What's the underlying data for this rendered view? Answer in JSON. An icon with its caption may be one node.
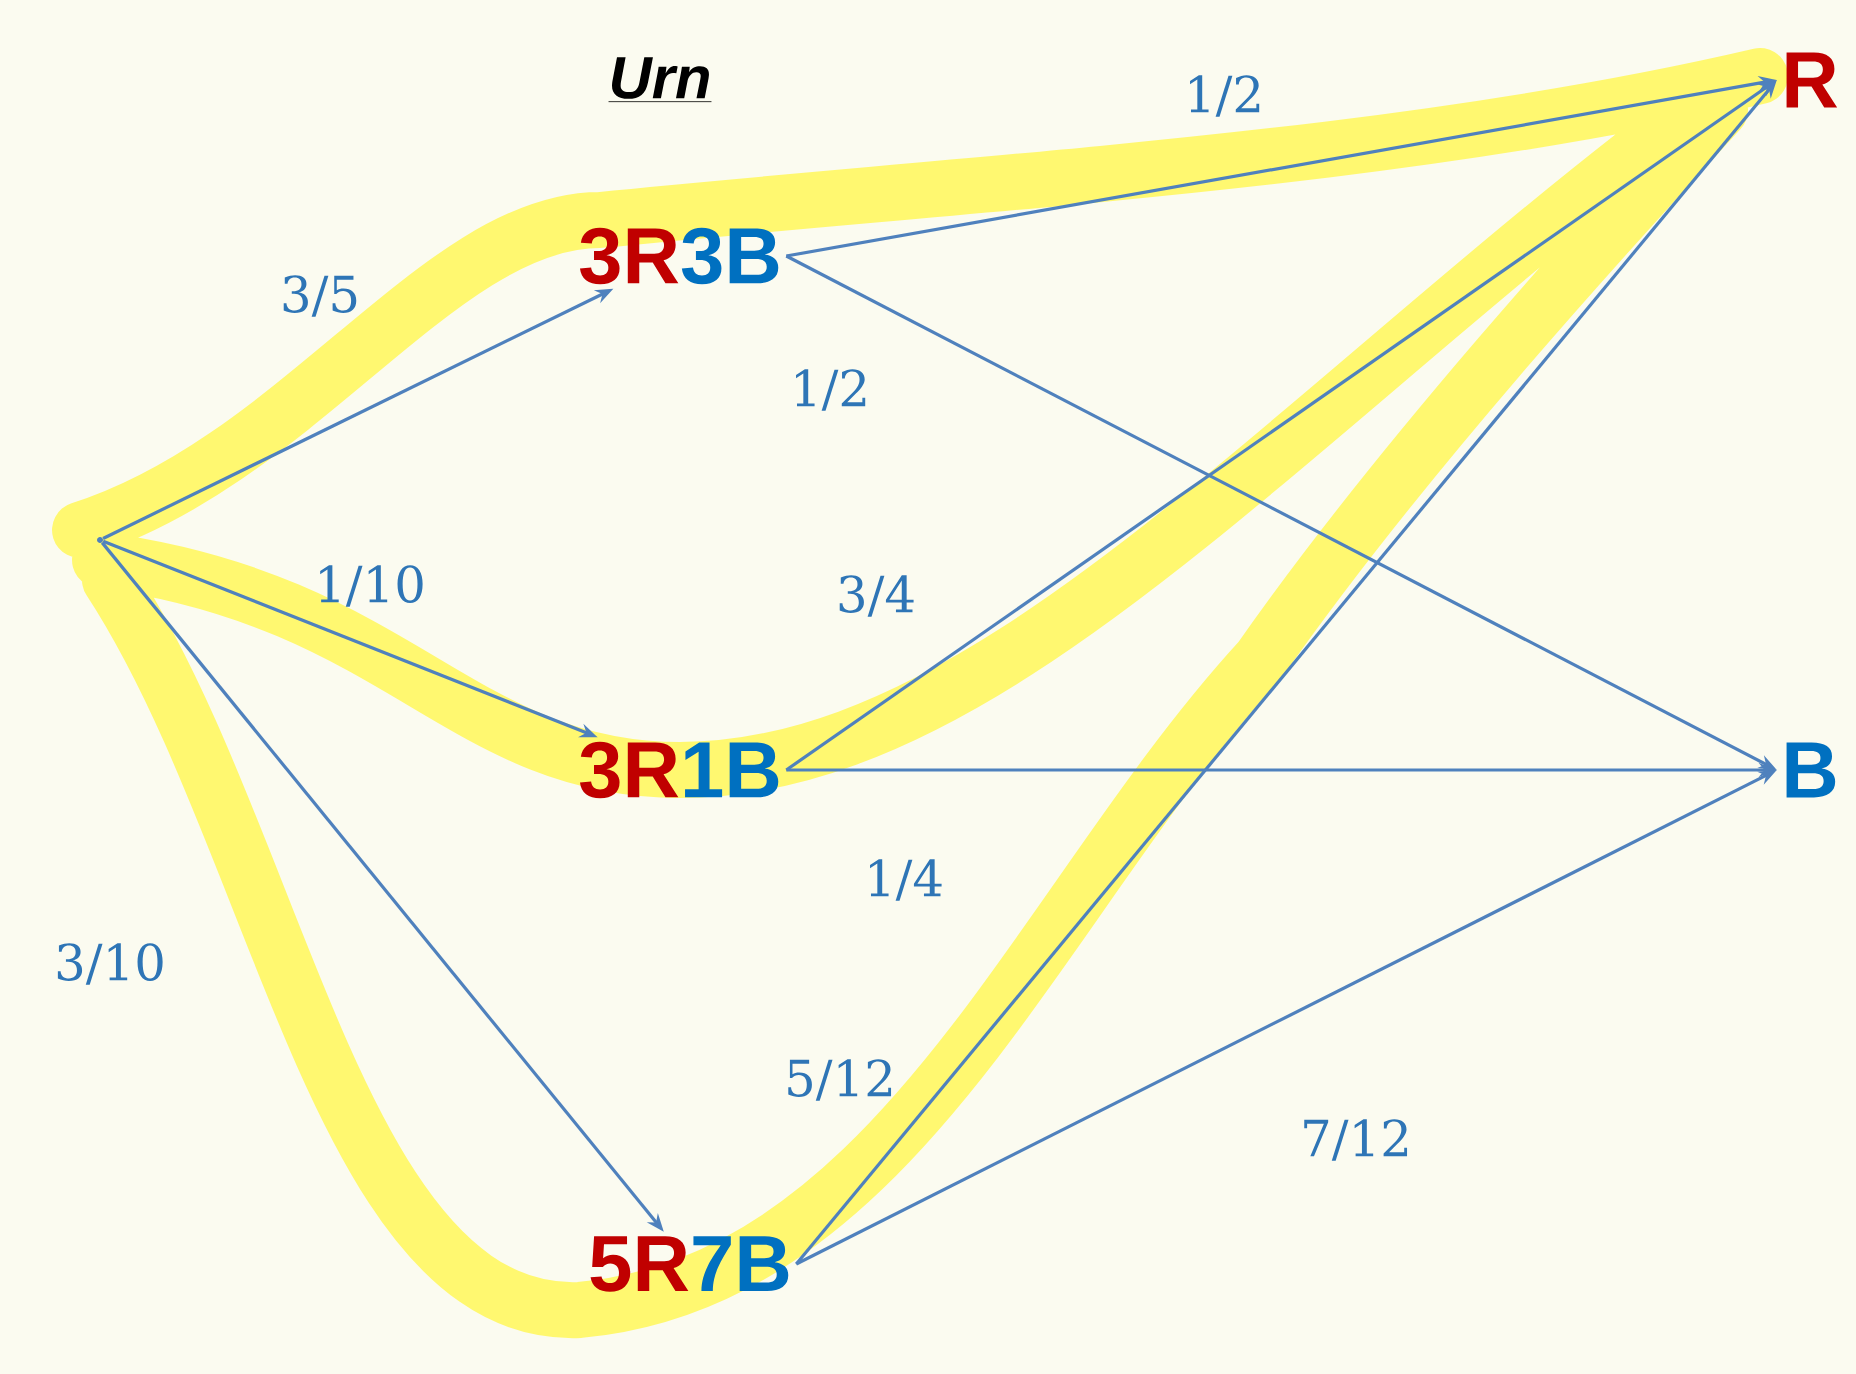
{
  "diagram": {
    "title": "Urn",
    "nodes": [
      {
        "text": [],
        "shape": "circle"
      },
      {
        "text": [
          "3R",
          "3B"
        ]
      },
      {
        "text": [
          "3R",
          "1B"
        ]
      },
      {
        "text": [
          "5R",
          "7B"
        ]
      },
      {
        "text": [
          "R"
        ]
      },
      {
        "text": [
          "B"
        ]
      }
    ],
    "edges": [
      {
        "from": 0,
        "to": 1,
        "arrow": "to",
        "label": "3/5"
      },
      {
        "from": 0,
        "to": 2,
        "arrow": "to",
        "label": "1/10"
      },
      {
        "from": 0,
        "to": 3,
        "arrow": "to",
        "label": "3/10"
      },
      {
        "from": 1,
        "to": 4,
        "arrow": "to",
        "label": "1/2"
      },
      {
        "from": 1,
        "to": 5,
        "arrow": "to",
        "label": "1/2"
      },
      {
        "from": 2,
        "to": 4,
        "arrow": "to",
        "label": "3/4"
      },
      {
        "from": 2,
        "to": 5,
        "arrow": "to",
        "label": "1/4"
      },
      {
        "from": 3,
        "to": 4,
        "arrow": "to",
        "label": "5/12"
      },
      {
        "from": 3,
        "to": 5,
        "arrow": "to",
        "label": "7/12"
      }
    ]
  }
}
